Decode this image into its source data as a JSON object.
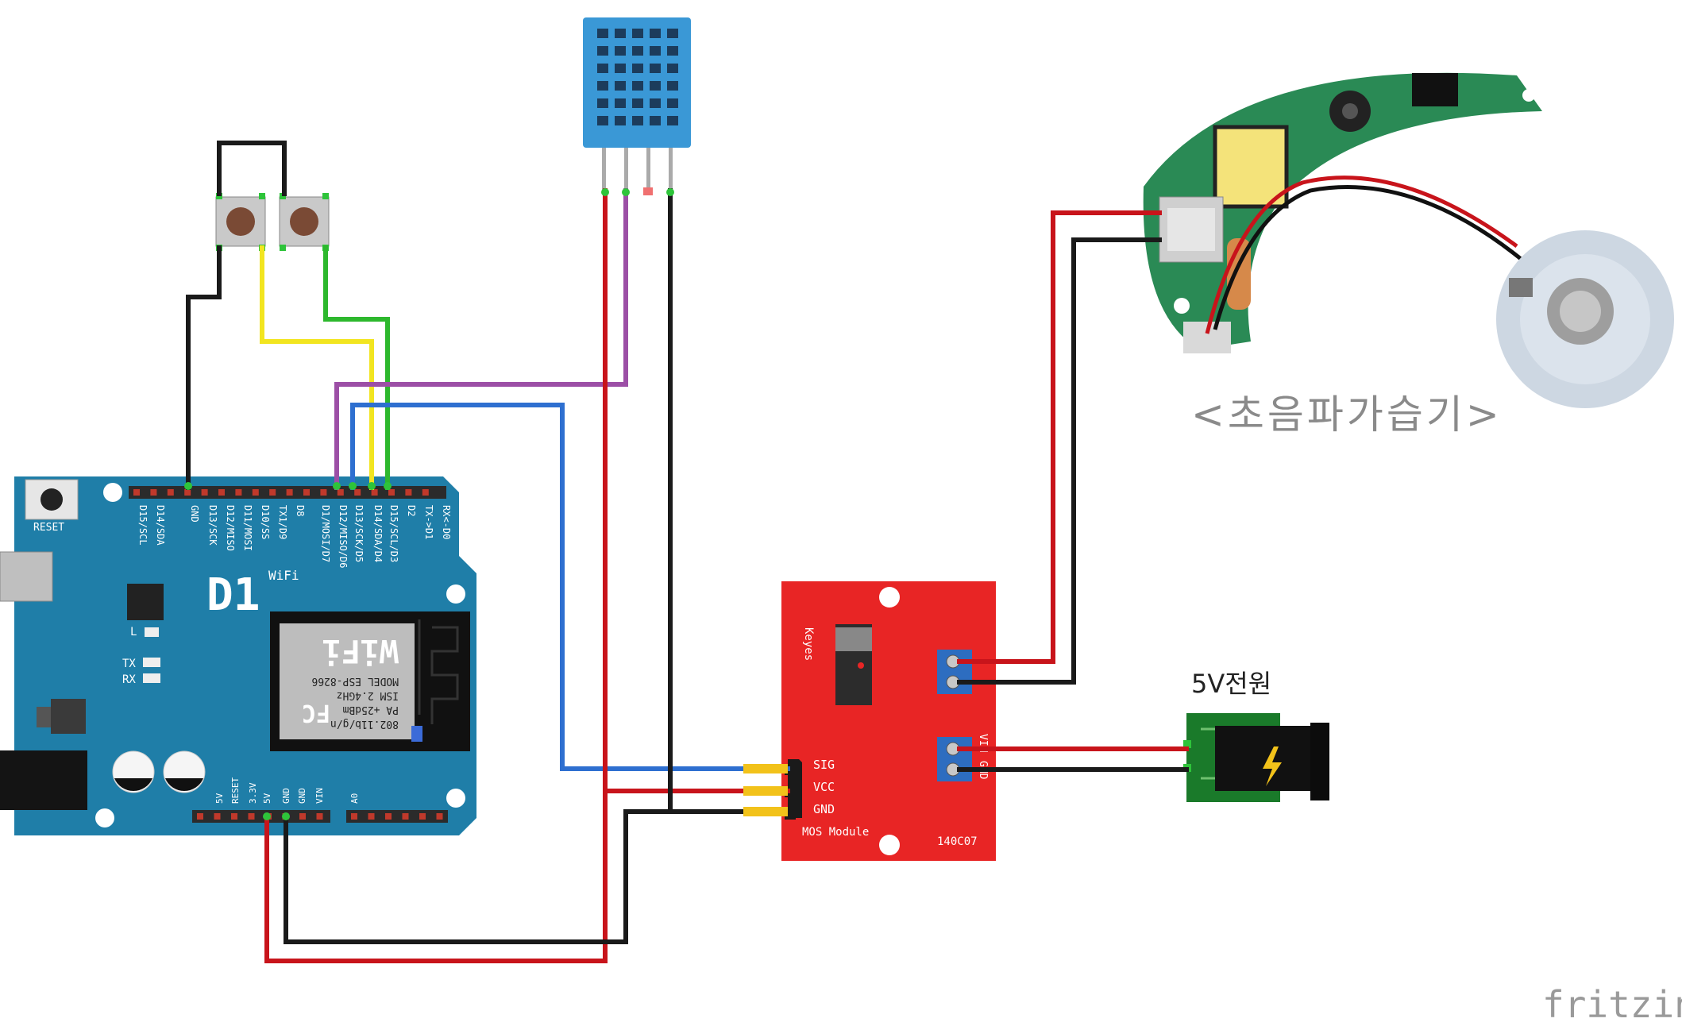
{
  "labels": {
    "humidifier": "<초음파가습기>",
    "power": "5V전원",
    "watermark": "fritzing"
  },
  "board": {
    "name": "D1",
    "wifi": "WiFi",
    "reset": "RESET",
    "led_l": "L",
    "tx": "TX",
    "rx": "RX",
    "top_pins": [
      "D15/SCL",
      "D14/SDA",
      "GND",
      "D13/SCK",
      "D12/MISO",
      "D11/MOSI",
      "D10/SS",
      "TX1/D9",
      "D8",
      "D1/MOSI/D7",
      "D12/MISO/D6",
      "D13/SCK/D5",
      "D14/SDA/D4",
      "D15/SCL/D3",
      "D2",
      "TX->D1",
      "RX<-D0"
    ],
    "bottom_pins": [
      "5V",
      "RESET",
      "3.3V",
      "5V",
      "GND",
      "GND",
      "VIN",
      "A0"
    ]
  },
  "esp_module": {
    "wifi": "WiFi",
    "model_line": "MODEL  ESP-8266",
    "ism_line": "ISM 2.4GHz",
    "pa_line": "PA +25dBm",
    "std_line": "802.11b/g/n",
    "fc": "FC"
  },
  "mos_module": {
    "brand": "Keyes",
    "pin_sig": "SIG",
    "pin_vcc": "VCC",
    "pin_gnd": "GND",
    "name": "MOS Module",
    "code": "140C07",
    "vin": "VIN",
    "gnd_right": "GND"
  },
  "colors": {
    "board": "#1f7ea8",
    "mos": "#e82525",
    "dht": "#3a98d6",
    "wire_red": "#c8141b",
    "wire_black": "#1a1a1a",
    "wire_yellow": "#f2e520",
    "wire_green": "#2db82d",
    "wire_purple": "#9c4fa6",
    "wire_blue": "#2e6fd0"
  }
}
